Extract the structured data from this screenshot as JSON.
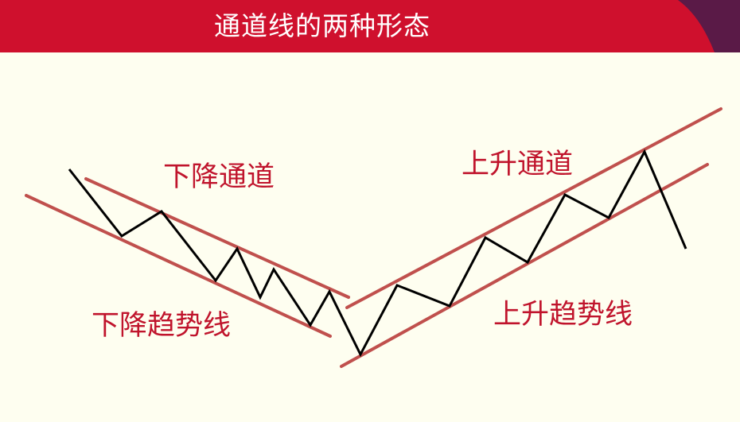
{
  "title": "通道线的两种形态",
  "labels": {
    "down_channel": "下降通道",
    "down_trend": "下降趋势线",
    "up_channel": "上升通道",
    "up_trend": "上升趋势线"
  },
  "colors": {
    "header_red": "#cf102d",
    "header_purple": "#5a1a47",
    "background": "#fefef0",
    "channel_line": "#c0504d",
    "label_text": "#c0142c",
    "price_line": "#000000"
  }
}
